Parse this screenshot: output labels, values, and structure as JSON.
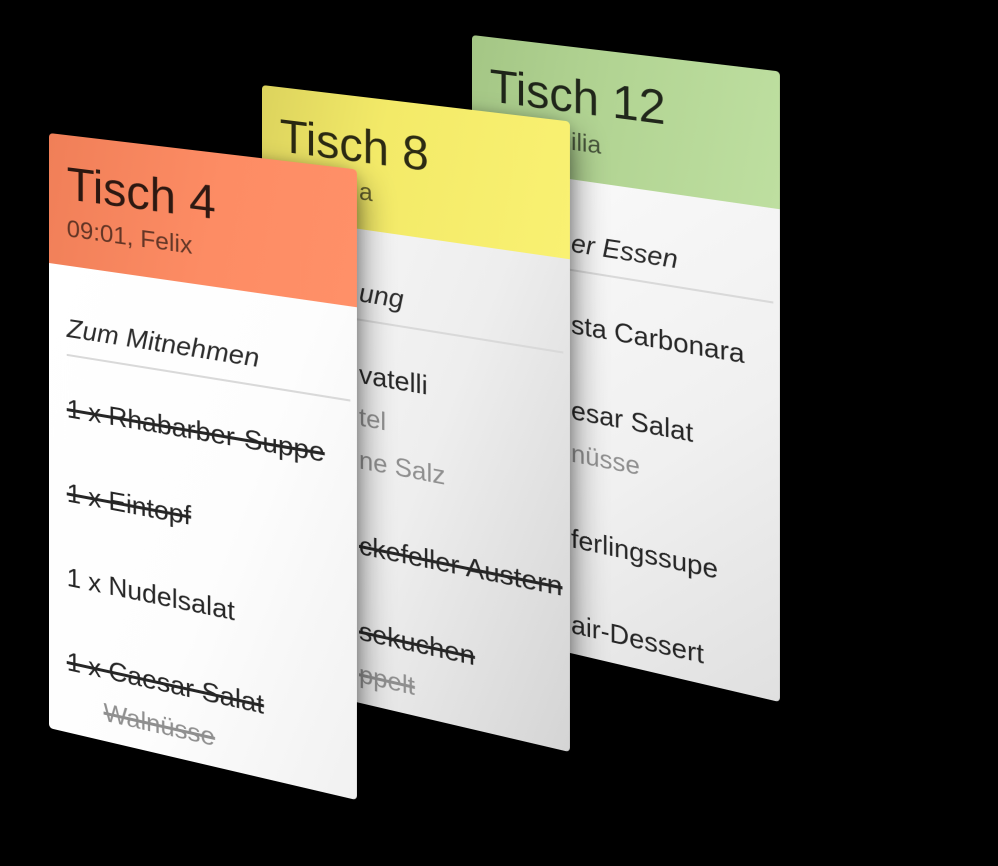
{
  "app": {
    "background_color": "#000000"
  },
  "cards": [
    {
      "title": "Tisch 4",
      "subtitle": "09:01, Felix",
      "header_color": "#fd8c64",
      "clipped": false,
      "course_label": "Zum Mitnehmen",
      "items": [
        {
          "text": "1 x Rhabarber-Suppe",
          "struck": true,
          "options": []
        },
        {
          "text": "1 x Eintopf",
          "struck": true,
          "options": []
        },
        {
          "text": "1 x Nudelsalat",
          "struck": false,
          "options": []
        },
        {
          "text": "1 x Caesar Salat",
          "struck": true,
          "options": [
            {
              "text": "Walnüsse",
              "struck": true
            }
          ]
        }
      ]
    },
    {
      "title": "Tisch 8",
      "subtitle": "a",
      "header_color": "#f5ec69",
      "clipped": true,
      "course_label": "ung",
      "items": [
        {
          "text": "vatelli",
          "struck": false,
          "options": [
            {
              "text": "tel",
              "struck": false
            },
            {
              "text": "ne Salz",
              "struck": false
            }
          ]
        },
        {
          "text": "ckefeller Austern",
          "struck": true,
          "options": []
        },
        {
          "text": "sekuchen",
          "struck": true,
          "options": [
            {
              "text": "ppelt",
              "struck": true
            }
          ]
        }
      ]
    },
    {
      "title": "Tisch 12",
      "subtitle": "ilia",
      "header_color": "#b4d695",
      "clipped": true,
      "course_label": "er Essen",
      "items": [
        {
          "text": "sta Carbonara",
          "struck": false,
          "options": []
        },
        {
          "text": "esar Salat",
          "struck": false,
          "options": [
            {
              "text": "nüsse",
              "struck": false
            }
          ]
        },
        {
          "text": "ferlingssupe",
          "struck": false,
          "options": []
        },
        {
          "text": "air-Dessert",
          "struck": false,
          "options": []
        }
      ]
    }
  ]
}
